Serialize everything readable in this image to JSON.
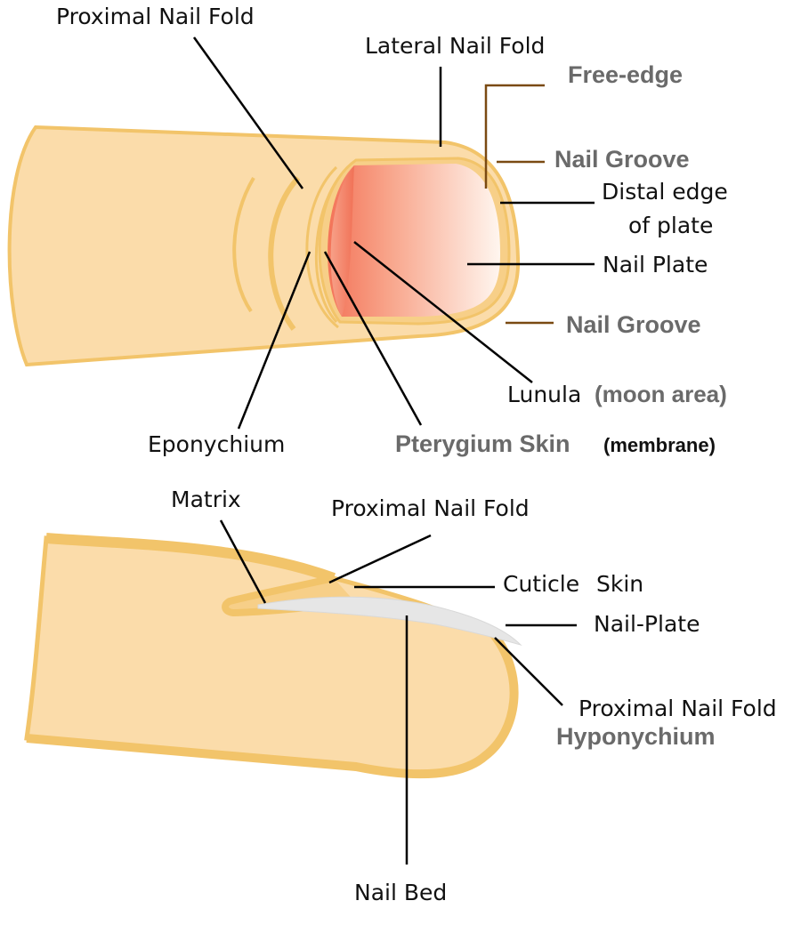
{
  "top_view": {
    "proximal_nail_fold": "Proximal Nail Fold",
    "lateral_nail_fold": "Lateral Nail Fold",
    "free_edge": "Free-edge",
    "nail_groove_upper": "Nail Groove",
    "distal_edge_line1": "Distal edge",
    "distal_edge_line2": "of plate",
    "nail_plate": "Nail Plate",
    "nail_groove_lower": "Nail Groove",
    "lunula": "Lunula",
    "lunula_note": "(moon area)",
    "eponychium": "Eponychium",
    "pterygium": "Pterygium Skin",
    "pterygium_note": "(membrane)"
  },
  "side_view": {
    "matrix": "Matrix",
    "proximal_nail_fold": "Proximal Nail Fold",
    "cuticle": "Cuticle",
    "cuticle_note": "Skin",
    "nail_plate": "Nail-Plate",
    "proximal_nail_fold_lower": "Proximal Nail Fold",
    "hyponychium": "Hyponychium",
    "nail_bed": "Nail Bed"
  },
  "colors": {
    "skin": "#fbdcaa",
    "skin_outline": "#f2c46a",
    "nail_pink": "#f5876b",
    "nail_light": "#fff3ea",
    "nail_plate_side": "#e6e6e6",
    "label_gray": "#6a6a6a",
    "leader_brown": "#7a4a12"
  }
}
